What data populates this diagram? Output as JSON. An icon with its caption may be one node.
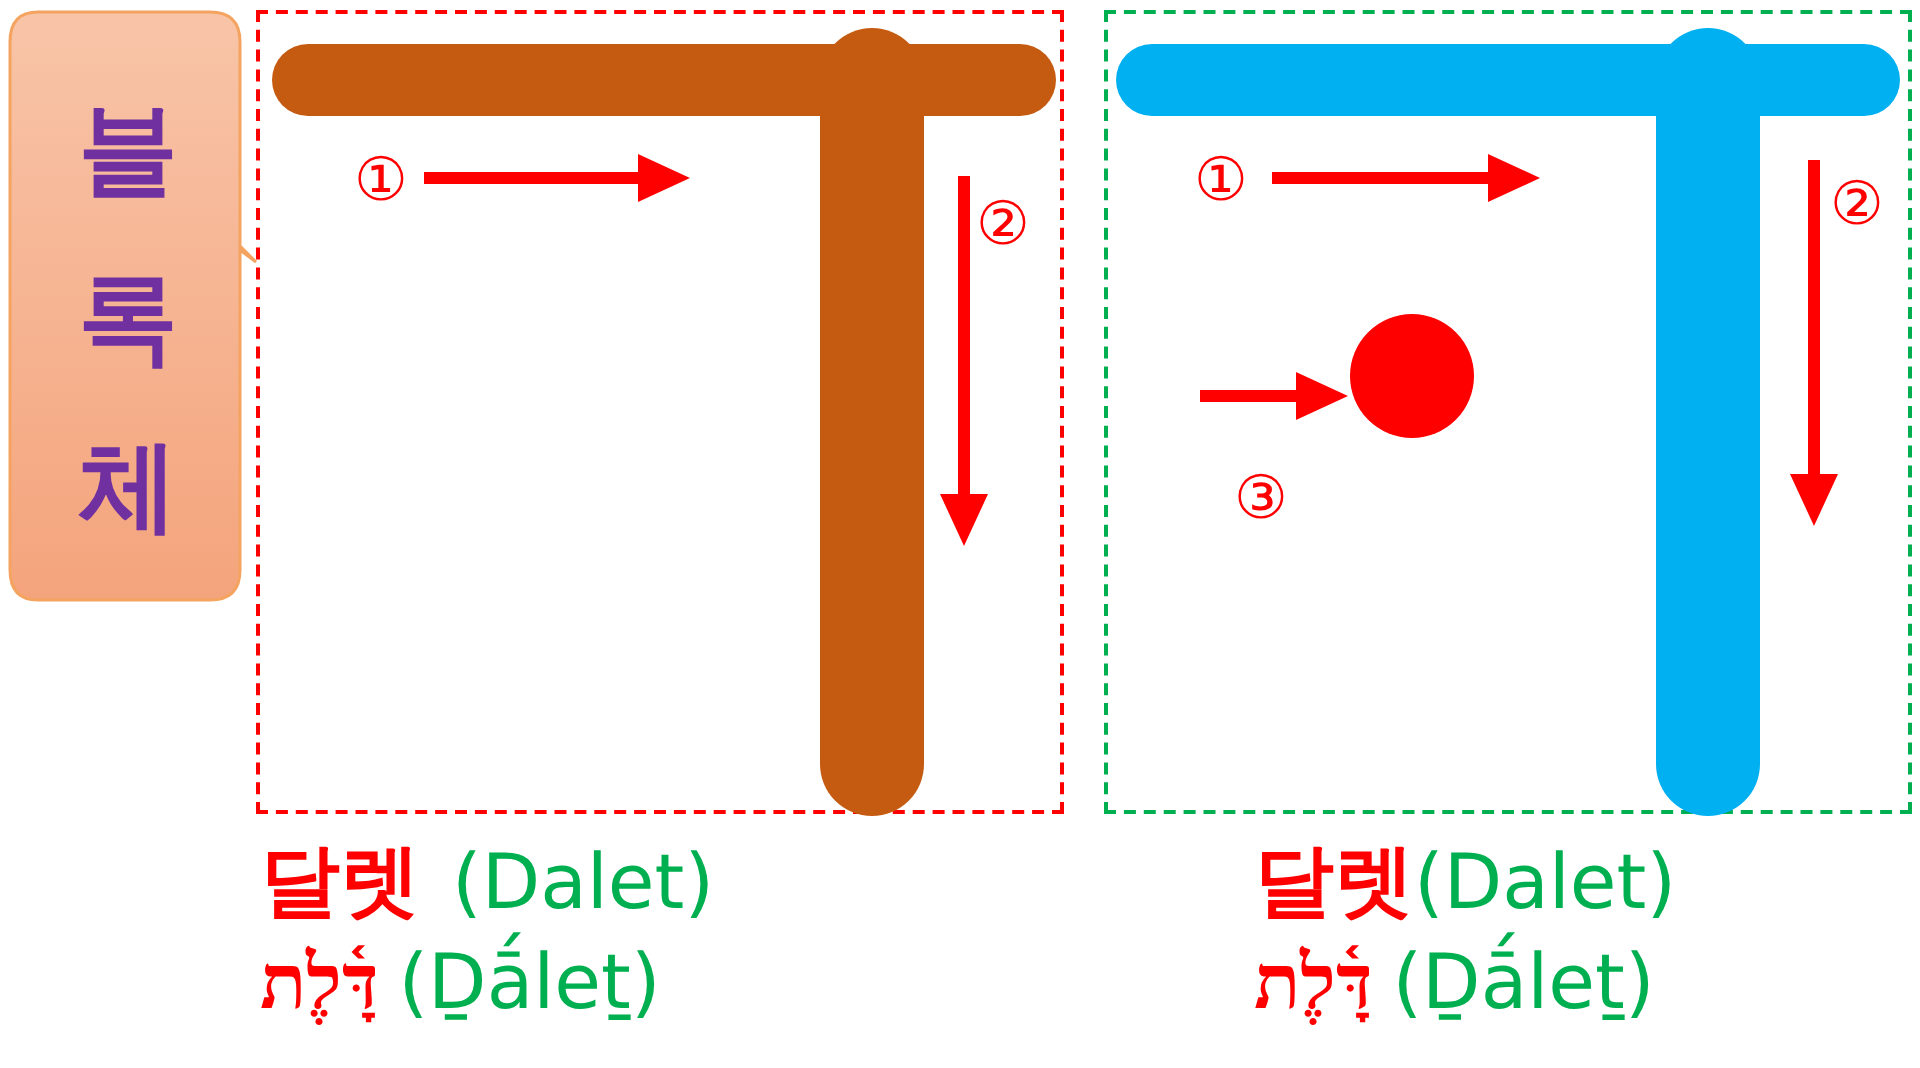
{
  "diagram": {
    "nodes": [
      {
        "text": [
          "블록체"
        ]
      },
      {
        "text": [],
        "shape": "box",
        "beside": [
          "달렛",
          "(Dalet)",
          "דָּ֫לֶת",
          "(Ḏā́leṯ)"
        ]
      },
      {
        "text": [],
        "shape": "box",
        "beside": [
          "달렛",
          "(Dalet)",
          "דָּ֫לֶת",
          "(Ḏā́leṯ)"
        ]
      }
    ],
    "labels": [
      "①",
      "②",
      "①",
      "②",
      "③"
    ]
  }
}
